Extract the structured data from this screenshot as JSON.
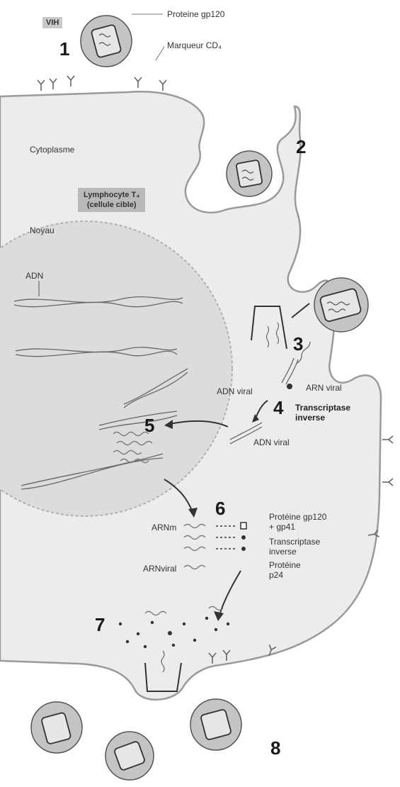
{
  "labels": {
    "vih": "VIH",
    "proteine_gp120_top": "Proteine gp120",
    "marqueur_cd4": "Marqueur CD₄",
    "cytoplasme": "Cytoplasme",
    "lymphocyte_line1": "Lymphocyte T₄",
    "lymphocyte_line2": "(cellule cible)",
    "noyau": "Noyau",
    "adn": "ADN",
    "adn_viral_top": "ADN viral",
    "arn_viral": "ARN viral",
    "transcriptase_line1": "Transcriptase",
    "transcriptase_line2": "inverse",
    "adn_viral_bottom": "ADN viral",
    "arnm": "ARNm",
    "arnviral": "ARNviral",
    "proteine_gp120_gp41_line1": "Protéine gp120",
    "proteine_gp120_gp41_line2": "+ gp41",
    "transcriptase_small_line1": "Transcriptase",
    "transcriptase_small_line2": "inverse",
    "proteine_p24_line1": "Protéine",
    "proteine_p24_line2": "p24"
  },
  "steps": [
    "1",
    "2",
    "3",
    "4",
    "5",
    "6",
    "7",
    "8"
  ],
  "colors": {
    "background": "#ffffff",
    "cytoplasm": "#ececec",
    "membrane": "#9a9a9a",
    "nucleus": "#dcdcdc",
    "virus_body": "#c4c4c4",
    "ink": "#333333"
  }
}
